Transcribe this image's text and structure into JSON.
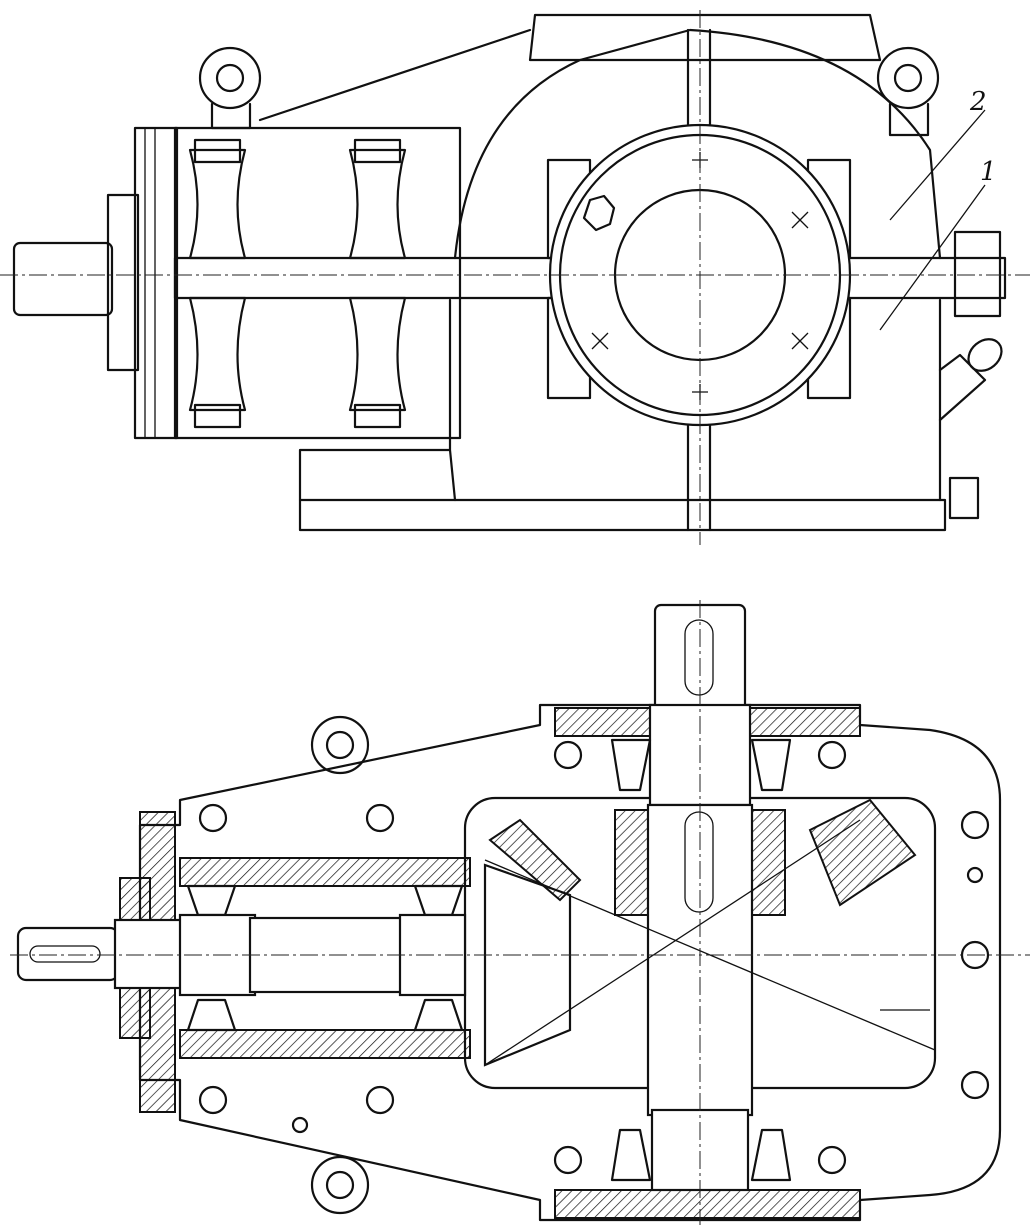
{
  "callouts": [
    {
      "id": "part-2",
      "label": "2"
    },
    {
      "id": "part-1",
      "label": "1"
    }
  ]
}
